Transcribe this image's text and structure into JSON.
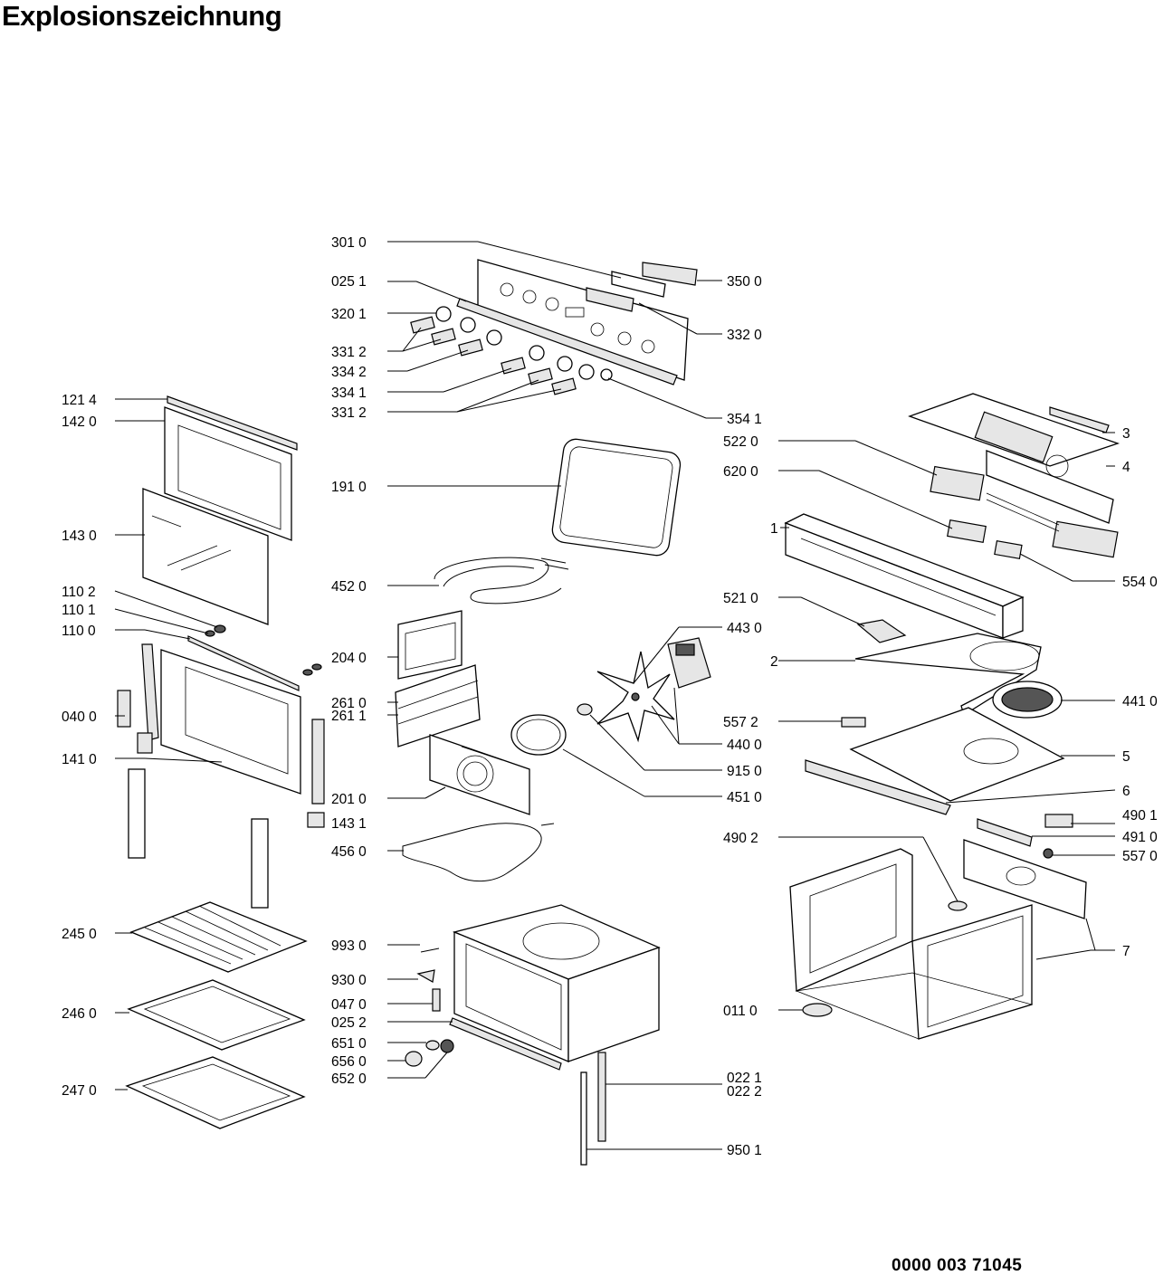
{
  "title": "Explosionszeichnung",
  "document_number": "0000 003 71045",
  "labels": {
    "l3010": "301 0",
    "l0251": "025 1",
    "l3201": "320 1",
    "l3312a": "331 2",
    "l3342": "334 2",
    "l3341": "334 1",
    "l3312b": "331 2",
    "l3500": "350 0",
    "l3320": "332 0",
    "l3541": "354 1",
    "l1214": "121 4",
    "l1420": "142 0",
    "l1430": "143 0",
    "l1102": "110 2",
    "l1101": "110 1",
    "l1100": "110 0",
    "l0400": "040 0",
    "l1410": "141 0",
    "l1910": "191 0",
    "l4520": "452 0",
    "l2040": "204 0",
    "l2610": "261 0",
    "l2611": "261 1",
    "l2010": "201 0",
    "l1431": "143 1",
    "l4560": "456 0",
    "l2450": "245 0",
    "l2460": "246 0",
    "l2470": "247 0",
    "l9930": "993 0",
    "l9300": "930 0",
    "l0470": "047 0",
    "l0252": "025 2",
    "l6510": "651 0",
    "l6560": "656 0",
    "l6520": "652 0",
    "l0221": "022 1",
    "l0222": "022 2",
    "l9501": "950 1",
    "l5220": "522 0",
    "l6200": "620 0",
    "l5540": "554 0",
    "l5210": "521 0",
    "l4430": "443 0",
    "l4410": "441 0",
    "l5572": "557 2",
    "l4400": "440 0",
    "l9150": "915 0",
    "l4510": "451 0",
    "l4902": "490 2",
    "l4901": "490 1",
    "l4910": "491 0",
    "l5570": "557 0",
    "l0110": "011 0",
    "n3": "3",
    "n4": "4",
    "n1": "1",
    "n2": "2",
    "n5": "5",
    "n6": "6",
    "n7": "7"
  }
}
